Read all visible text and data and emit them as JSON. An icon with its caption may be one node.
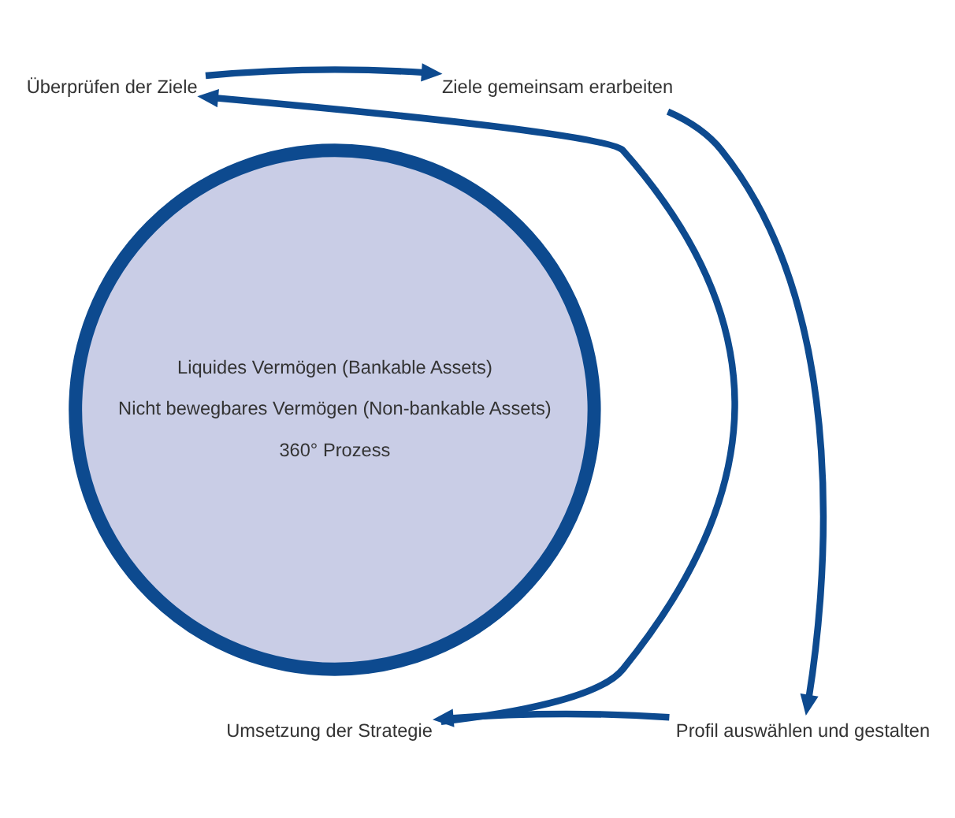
{
  "diagram": {
    "nodes": [
      {
        "text": [
          "Überprüfen der Ziele"
        ]
      },
      {
        "text": [
          "Ziele gemeinsam erarbeiten"
        ]
      },
      {
        "text": [
          "Profil auswählen und gestalten"
        ]
      },
      {
        "text": [
          "Umsetzung der Strategie"
        ]
      },
      {
        "text": [
          "Liquides Vermögen (Bankable Assets)",
          "Nicht bewegbares Vermögen (Non-bankable Assets)",
          "360° Prozess"
        ]
      }
    ],
    "edges": [
      {
        "from": 0,
        "to": 1,
        "arrow": "to"
      },
      {
        "from": 1,
        "to": 2,
        "arrow": "to"
      },
      {
        "from": 2,
        "to": 3,
        "arrow": "to"
      },
      {
        "from": 3,
        "to": 0,
        "arrow": "to"
      }
    ]
  }
}
